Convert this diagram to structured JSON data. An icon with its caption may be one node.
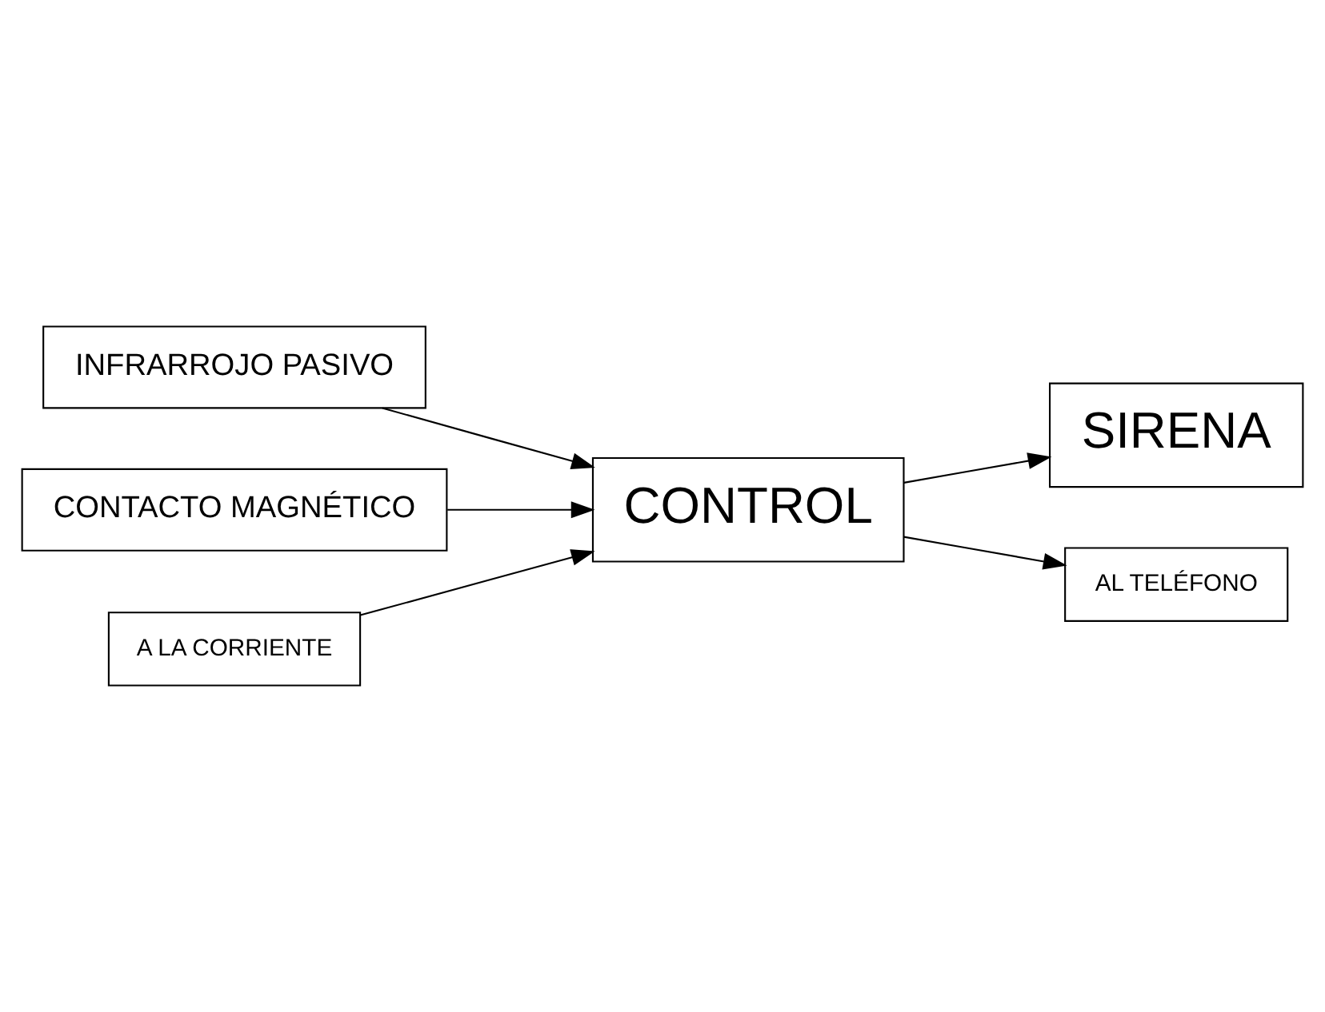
{
  "diagram": {
    "nodes": [
      {
        "text": [
          "CONTROL"
        ]
      },
      {
        "text": [
          "SIRENA"
        ]
      },
      {
        "text": [
          "INFRARROJO PASIVO"
        ]
      },
      {
        "text": [
          "AL TELÉFONO"
        ]
      },
      {
        "text": [
          "CONTACTO MAGNÉTICO"
        ]
      },
      {
        "text": [
          "A LA CORRIENTE"
        ]
      }
    ],
    "edges": [
      {
        "from": 0,
        "to": 1,
        "arrow": "to"
      },
      {
        "from": 2,
        "to": 0,
        "arrow": "to"
      },
      {
        "from": 4,
        "to": 0,
        "arrow": "to"
      },
      {
        "from": 0,
        "to": 3,
        "arrow": "to"
      },
      {
        "from": 5,
        "to": 0,
        "arrow": "to"
      }
    ]
  }
}
